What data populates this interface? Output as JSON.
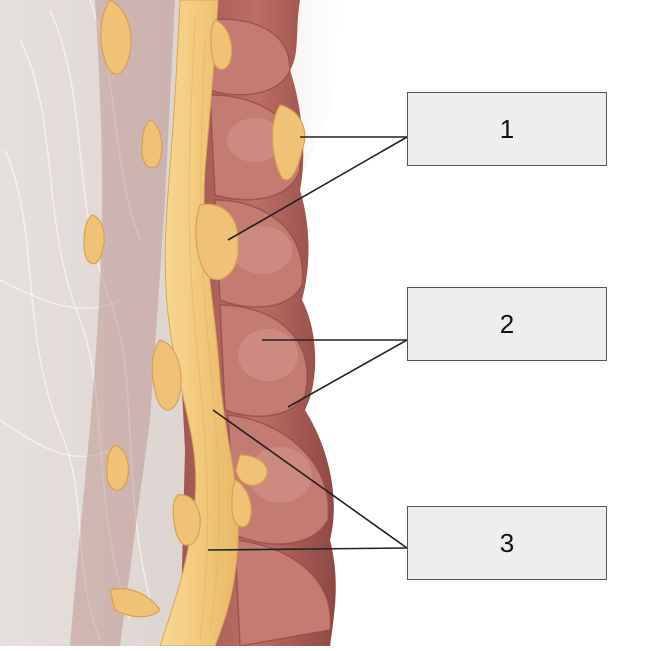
{
  "labels": [
    {
      "id": "1",
      "text": "1"
    },
    {
      "id": "2",
      "text": "2"
    },
    {
      "id": "3",
      "text": "3"
    }
  ],
  "colors": {
    "colon_wall": "#b9675f",
    "colon_dark": "#8f4a45",
    "colon_haustra": "#c47b72",
    "taenia_fat": "#f3cf8a",
    "appendices_fat": "#f0c277",
    "mesentery": "#d8d0cc",
    "leader_line": "#222222",
    "box_fill": "#eeeeee",
    "box_border": "#555555"
  }
}
